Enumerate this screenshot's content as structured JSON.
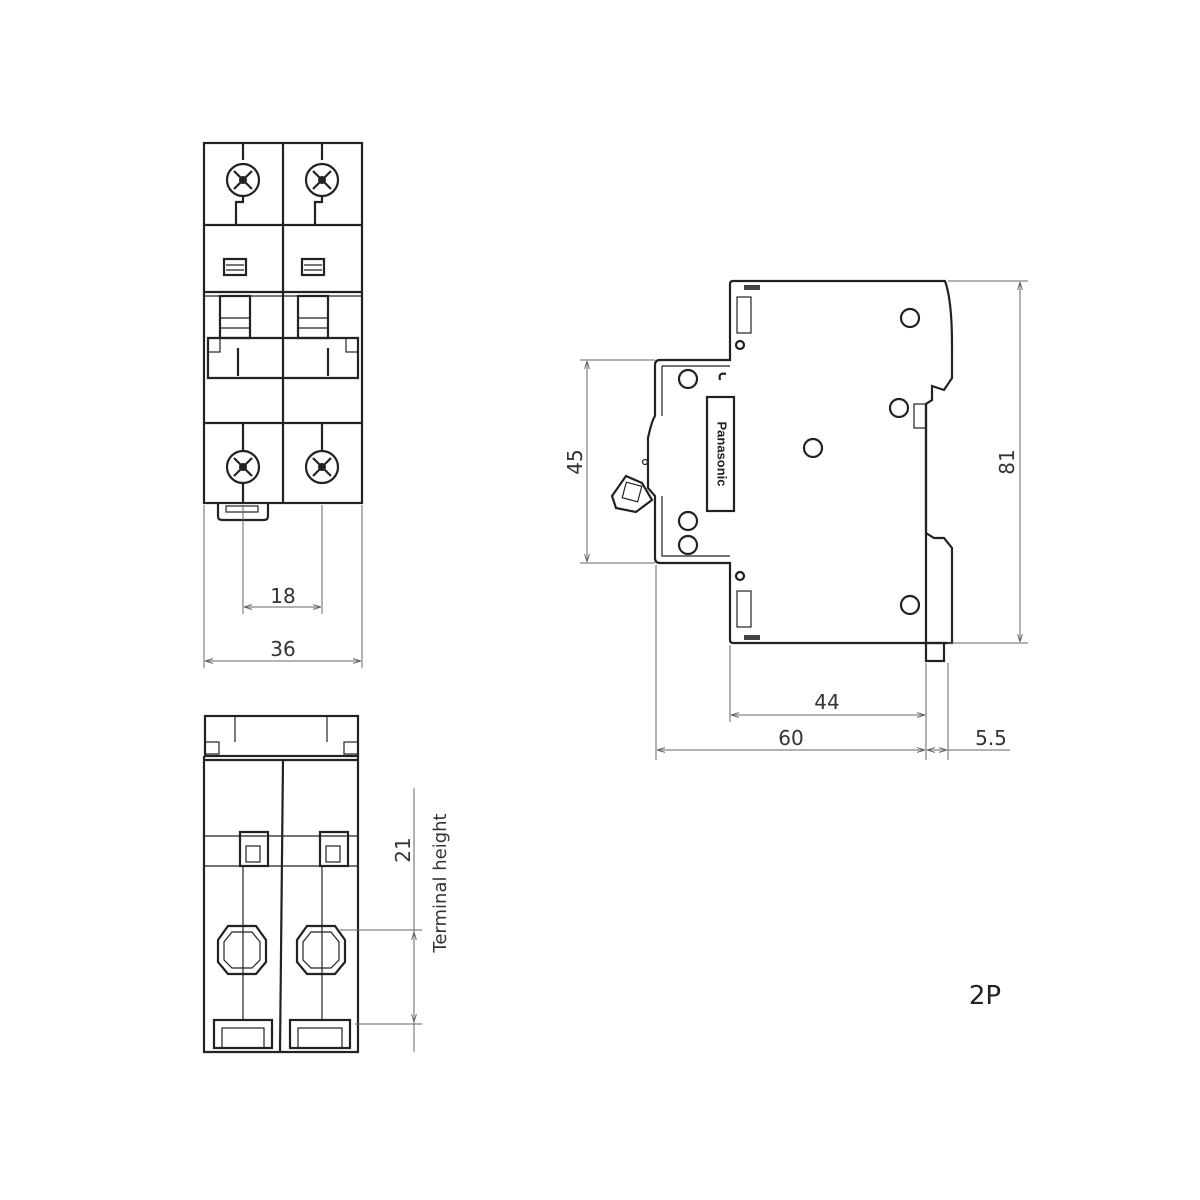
{
  "drawing": {
    "variant_label": "2P",
    "brand_logo": "Panasonic",
    "dimensions": {
      "pole_pitch": "18",
      "front_width": "36",
      "rail_height": "45",
      "total_height": "81",
      "front_depth": "44",
      "total_depth": "60",
      "rail_offset": "5.5",
      "terminal_height_value": "21",
      "terminal_height_label": "Terminal height"
    }
  }
}
